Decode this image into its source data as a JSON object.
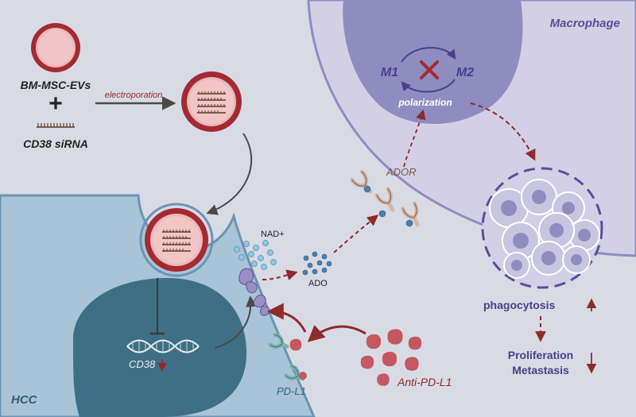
{
  "labels": {
    "macrophage": "Macrophage",
    "m1": "M1",
    "m2": "M2",
    "polarization": "polarization",
    "bm_msc_evs": "BM-MSC-EVs",
    "plus": "+",
    "cd38_sirna": "CD38 siRNA",
    "electroporation": "electroporation",
    "ador": "ADOR",
    "nad": "NAD+",
    "ado": "ADO",
    "phagocytosis": "phagocytosis",
    "proliferation": "Proliferation",
    "metastasis": "Metastasis",
    "cd38": "CD38",
    "pd_l1": "PD-L1",
    "anti_pd_l1": "Anti-PD-L1",
    "hcc": "HCC"
  },
  "colors": {
    "background": "#d8dbe4",
    "macrophage_cytoplasm": "#d3cfe5",
    "macrophage_nucleus": "#8f8cc0",
    "hcc_cytoplasm": "#a9c3d7",
    "hcc_nucleus": "#3f6f86",
    "ev_red": "#a32a33",
    "ev_pink": "#f2c6c6",
    "arrow_dark_red": "#8e2b2b",
    "purple_text": "#4a3f8a",
    "ador_receptor": "#d7b7a6",
    "enzyme_purple": "#9b8fc2",
    "pdl1_teal": "#7fb3b0"
  }
}
